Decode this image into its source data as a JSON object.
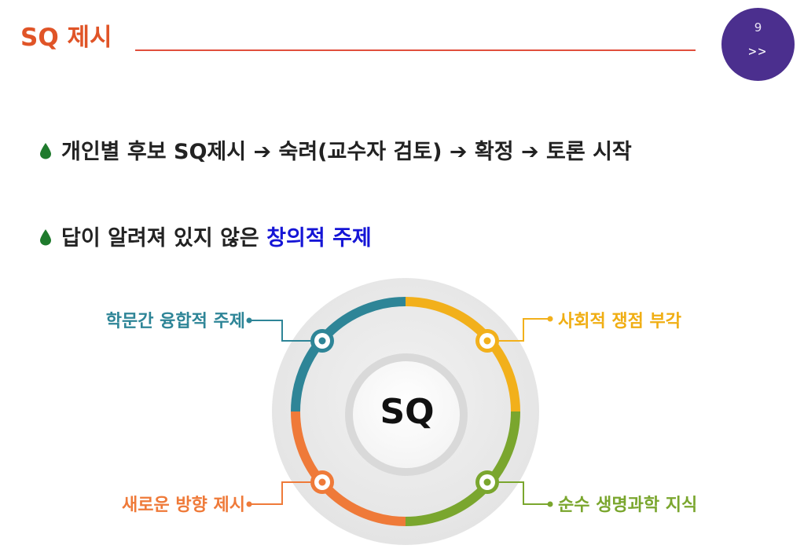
{
  "slide": {
    "title": "SQ 제시",
    "page_number": "9",
    "next_label": ">>"
  },
  "bullets": [
    {
      "text": "개인별 후보 SQ제시 ➔ 숙려(교수자 검토) ➔ 확정 ➔ 토론 시작"
    },
    {
      "text_before": "답이 알려져 있지 않은 ",
      "highlight": "창의적 주제"
    }
  ],
  "diagram": {
    "center": "SQ",
    "items": {
      "top_left": "학문간 융합적 주제",
      "top_right": "사회적 쟁점 부각",
      "bottom_left": "새로운 방향 제시",
      "bottom_right": "순수 생명과학 지식"
    },
    "colors": {
      "teal": "#2e8597",
      "yellow": "#f2b01b",
      "orange": "#ef7a39",
      "green": "#7aa62e",
      "title": "#e05427",
      "badge": "#4b2f8e",
      "highlight": "#1515d6",
      "bullet_drop": "#1e7a2c"
    }
  }
}
